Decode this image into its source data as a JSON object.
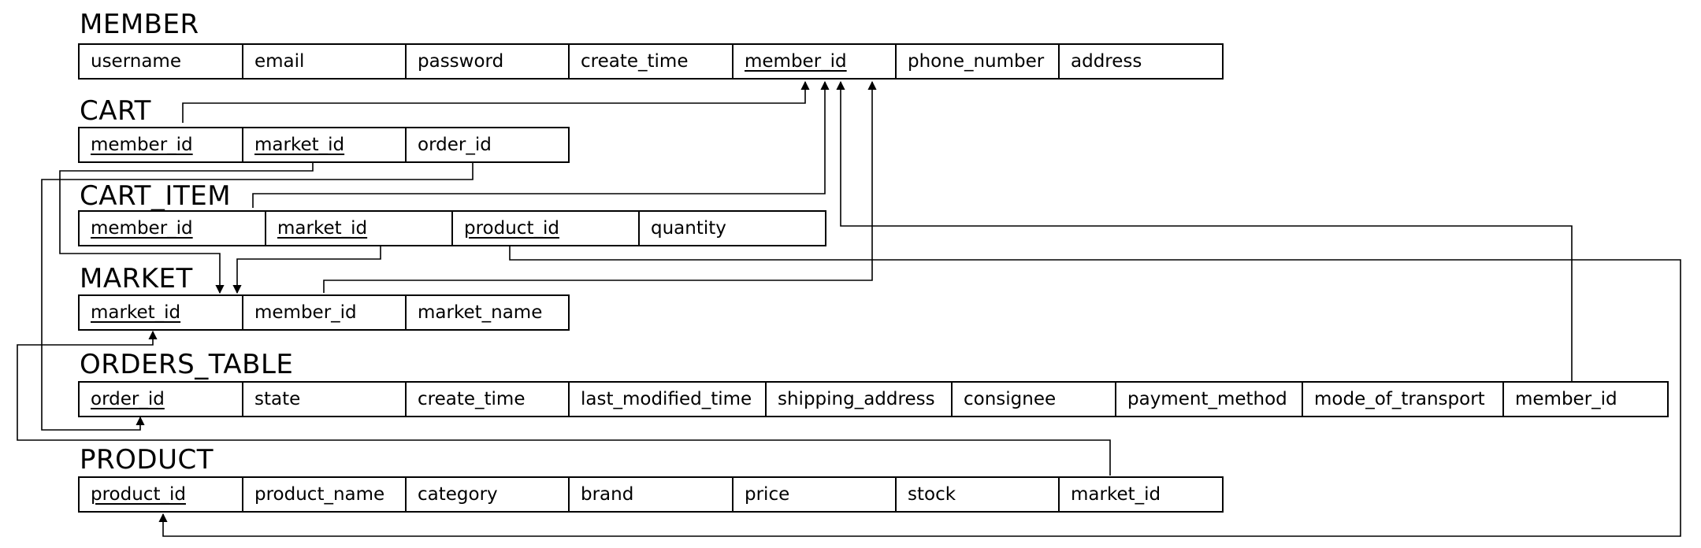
{
  "diagram": {
    "tables": {
      "member": {
        "title": "MEMBER",
        "columns": [
          {
            "name": "username",
            "pk": false
          },
          {
            "name": "email",
            "pk": false
          },
          {
            "name": "password",
            "pk": false
          },
          {
            "name": "create_time",
            "pk": false
          },
          {
            "name": "member_id",
            "pk": true
          },
          {
            "name": "phone_number",
            "pk": false
          },
          {
            "name": "address",
            "pk": false
          }
        ]
      },
      "cart": {
        "title": "CART",
        "columns": [
          {
            "name": "member_id",
            "pk": true
          },
          {
            "name": "market_id",
            "pk": true
          },
          {
            "name": "order_id",
            "pk": false
          }
        ]
      },
      "cart_item": {
        "title": "CART_ITEM",
        "columns": [
          {
            "name": "member_id",
            "pk": true
          },
          {
            "name": "market_id",
            "pk": true
          },
          {
            "name": "product_id",
            "pk": true
          },
          {
            "name": "quantity",
            "pk": false
          }
        ]
      },
      "market": {
        "title": "MARKET",
        "columns": [
          {
            "name": "market_id",
            "pk": true
          },
          {
            "name": "member_id",
            "pk": false
          },
          {
            "name": "market_name",
            "pk": false
          }
        ]
      },
      "orders_table": {
        "title": "ORDERS_TABLE",
        "columns": [
          {
            "name": "order_id",
            "pk": true
          },
          {
            "name": "state",
            "pk": false
          },
          {
            "name": "create_time",
            "pk": false
          },
          {
            "name": "last_modified_time",
            "pk": false
          },
          {
            "name": "shipping_address",
            "pk": false
          },
          {
            "name": "consignee",
            "pk": false
          },
          {
            "name": "payment_method",
            "pk": false
          },
          {
            "name": "mode_of_transport",
            "pk": false
          },
          {
            "name": "member_id",
            "pk": false
          }
        ]
      },
      "product": {
        "title": "PRODUCT",
        "columns": [
          {
            "name": "product_id",
            "pk": true
          },
          {
            "name": "product_name",
            "pk": false
          },
          {
            "name": "category",
            "pk": false
          },
          {
            "name": "brand",
            "pk": false
          },
          {
            "name": "price",
            "pk": false
          },
          {
            "name": "stock",
            "pk": false
          },
          {
            "name": "market_id",
            "pk": false
          }
        ]
      }
    },
    "relationships": [
      {
        "from": "cart.member_id",
        "to": "member.member_id"
      },
      {
        "from": "cart_item.member_id",
        "to": "member.member_id"
      },
      {
        "from": "market.member_id",
        "to": "member.member_id"
      },
      {
        "from": "orders_table.member_id",
        "to": "member.member_id"
      },
      {
        "from": "cart.market_id",
        "to": "market.market_id"
      },
      {
        "from": "cart_item.market_id",
        "to": "market.market_id"
      },
      {
        "from": "product.market_id",
        "to": "market.market_id"
      },
      {
        "from": "cart.order_id",
        "to": "orders_table.order_id"
      },
      {
        "from": "cart_item.product_id",
        "to": "product.product_id"
      }
    ]
  }
}
